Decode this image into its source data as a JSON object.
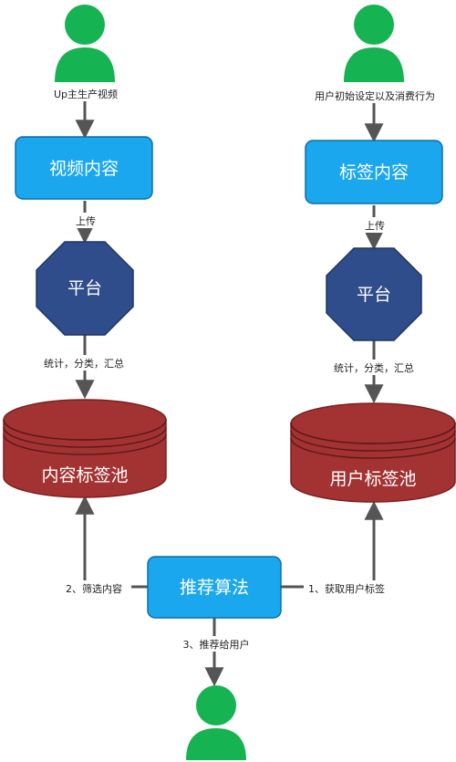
{
  "colors": {
    "user": "#16b352",
    "box_fill": "#1ba7ee",
    "box_stroke": "#0d6fa6",
    "octagon_fill": "#2f4d8a",
    "octagon_stroke": "#1f3566",
    "cylinder_fill": "#a33333",
    "cylinder_stroke": "#7a2020",
    "arrow": "#555555"
  },
  "left_column": {
    "user_icon": "user-icon",
    "producer_label": "Up主生产视频",
    "box_label": "视频内容",
    "upload_label": "上传",
    "platform_label": "平台",
    "stats_label": "统计，分类，汇总",
    "pool_label": "内容标签池"
  },
  "right_column": {
    "user_icon": "user-icon",
    "consumer_label": "用户初始设定以及消费行为",
    "box_label": "标签内容",
    "upload_label": "上传",
    "platform_label": "平台",
    "stats_label": "统计，分类，汇总",
    "pool_label": "用户标签池"
  },
  "center": {
    "algorithm_label": "推荐算法",
    "step1_label": "1、获取用户标签",
    "step2_label": "2、筛选内容",
    "step3_label": "3、推荐给用户",
    "user_icon": "user-icon"
  }
}
